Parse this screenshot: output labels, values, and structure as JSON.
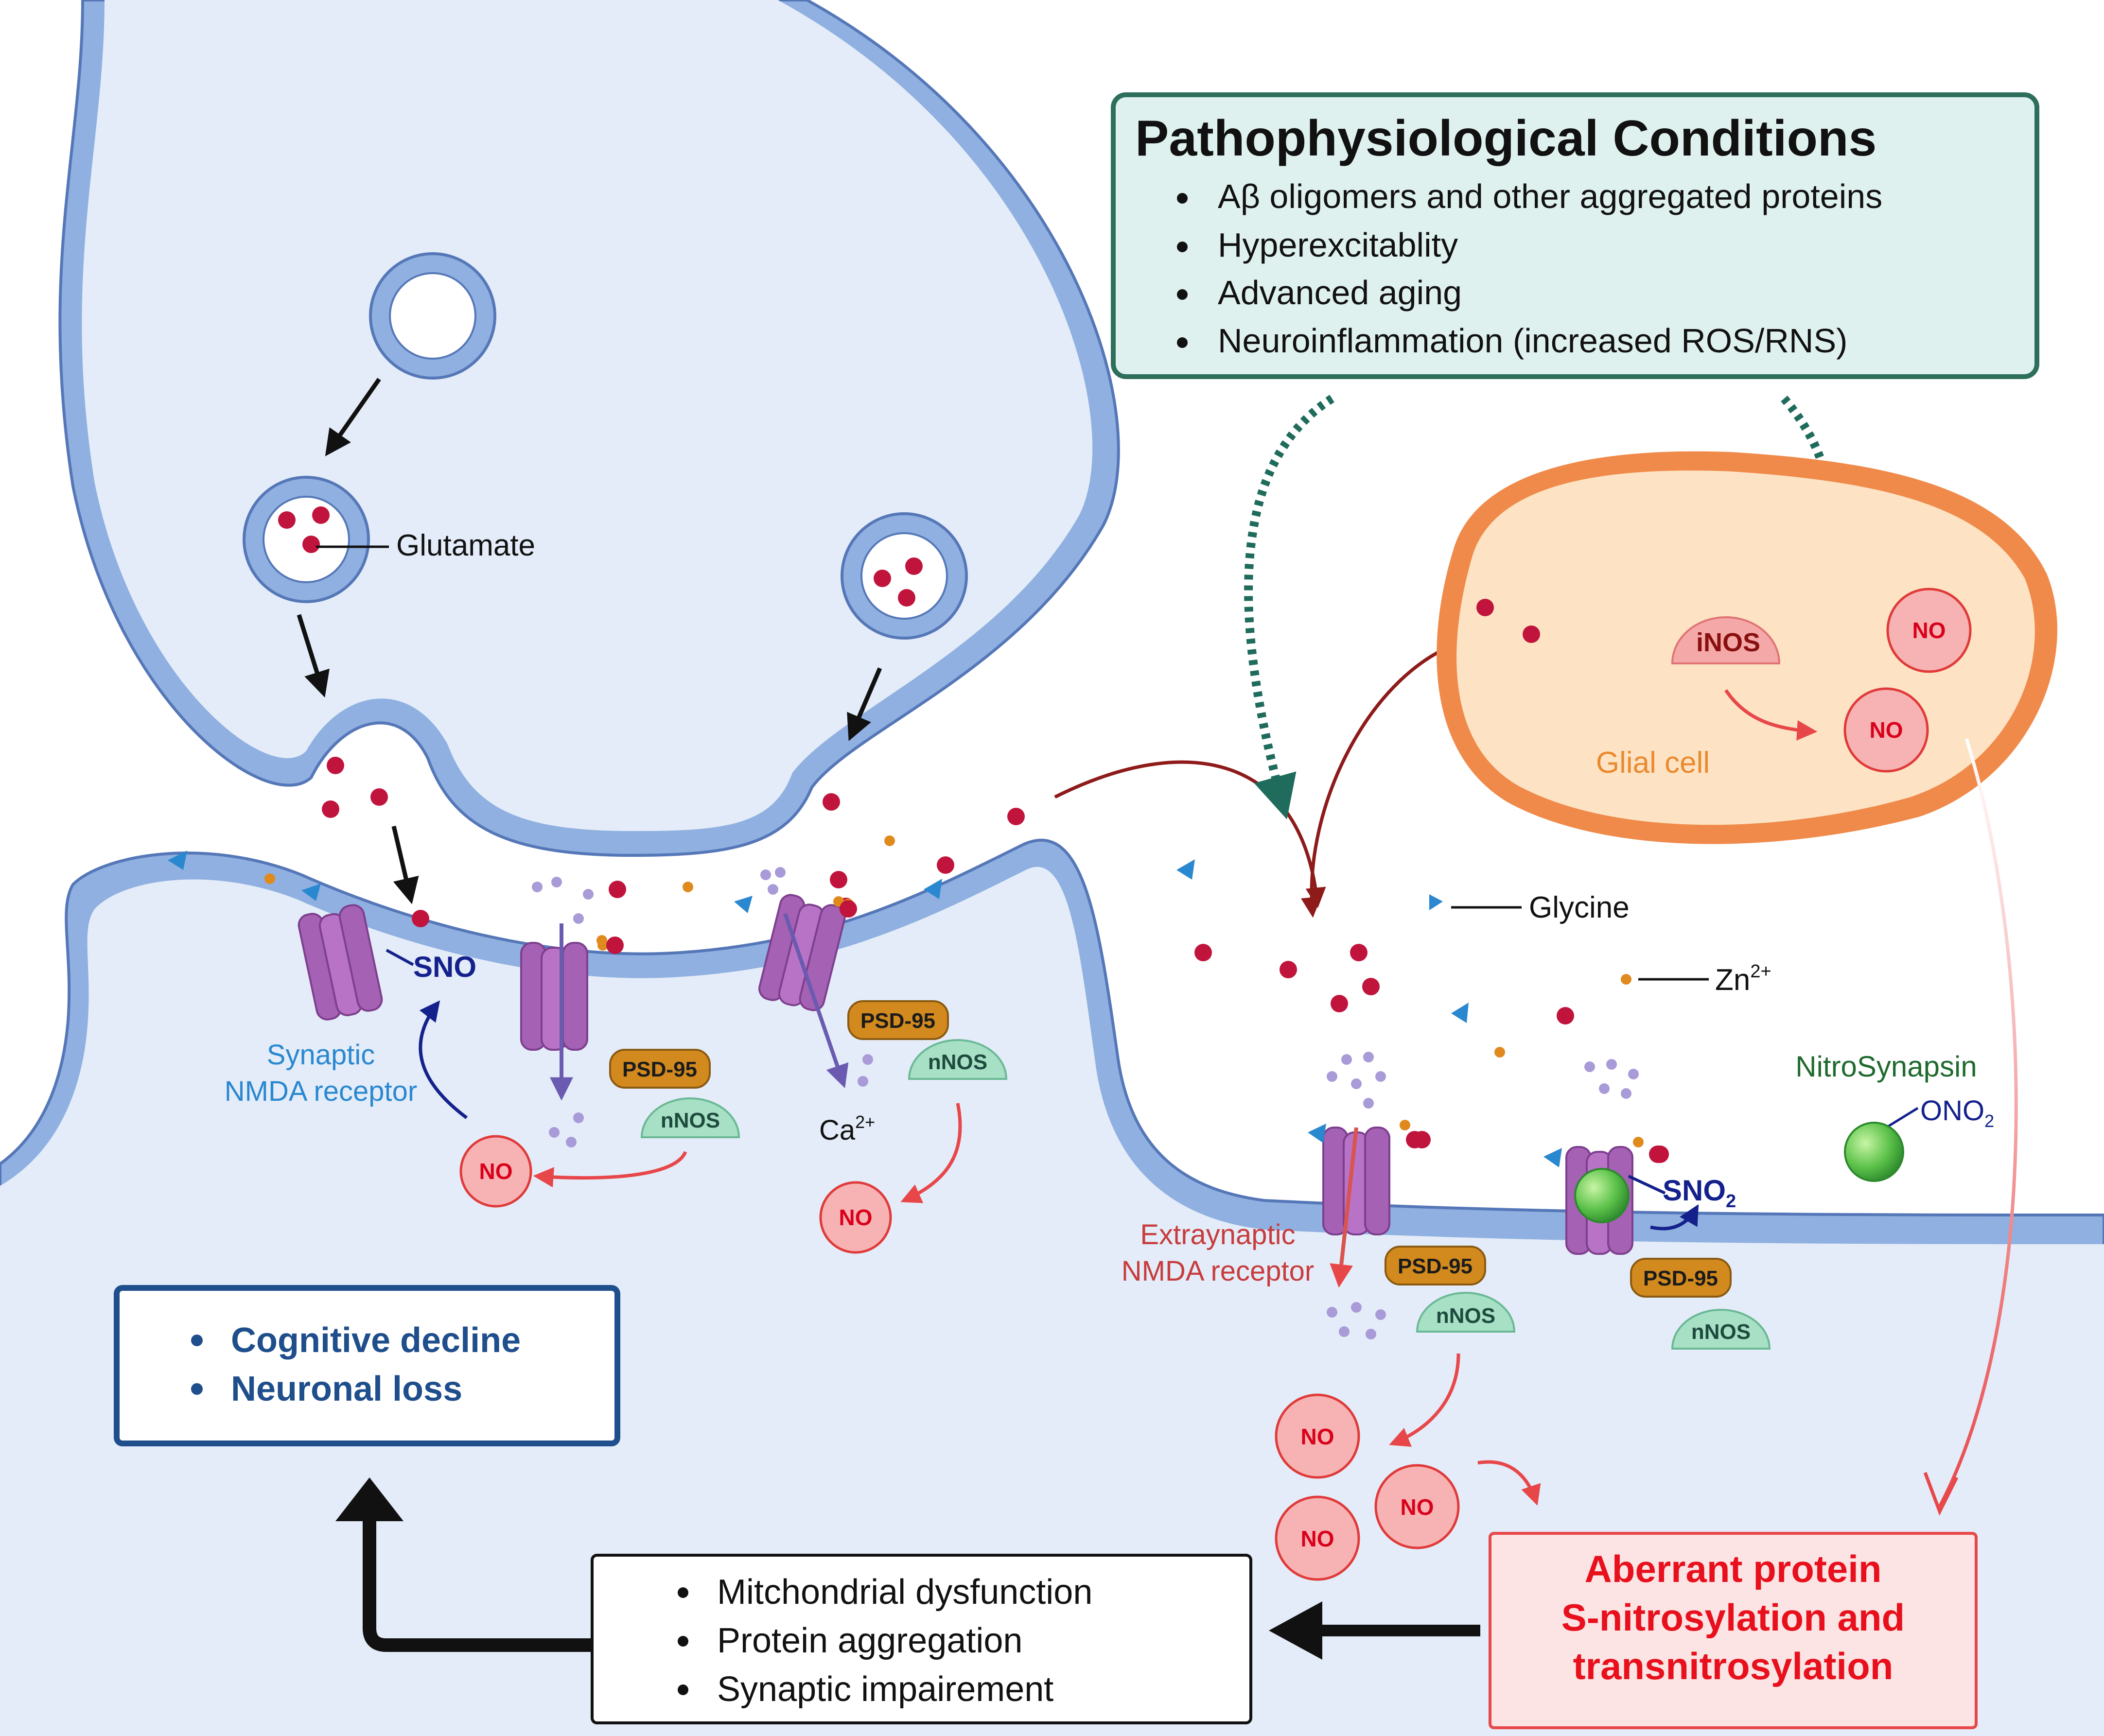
{
  "conditions_box": {
    "title": "Pathophysiological Conditions",
    "items": [
      "Aβ oligomers and other aggregated proteins",
      "Hyperexcitablity",
      "Advanced aging",
      "Neuroinflammation (increased ROS/RNS)"
    ]
  },
  "labels": {
    "glutamate": "Glutamate",
    "glycine": "Glycine",
    "zn": "Zn",
    "zn_sup": "2+",
    "ca": "Ca",
    "ca_sup": "2+",
    "sno": "SNO",
    "sno2": "SNO",
    "sno2_sub": "2",
    "synaptic_receptor_line1": "Synaptic",
    "synaptic_receptor_line2": "NMDA receptor",
    "extrasynaptic_receptor_line1": "Extraynaptic",
    "extrasynaptic_receptor_line2": "NMDA receptor",
    "psd95": "PSD-95",
    "nnos": "nNOS",
    "inos": "iNOS",
    "no": "NO",
    "glial_cell": "Glial cell",
    "nitrosynapsin": "NitroSynapsin",
    "ono2": "ONO",
    "ono2_sub": "2"
  },
  "outcome_box": {
    "items": [
      "Cognitive decline",
      "Neuronal loss"
    ]
  },
  "mechanism_box": {
    "items": [
      "Mitchondrial dysfunction",
      "Protein aggregation",
      "Synaptic impairement"
    ]
  },
  "aberrant_box": {
    "lines": [
      "Aberrant protein",
      "S-nitrosylation and",
      "transnitrosylation"
    ]
  },
  "colors": {
    "membrane_fill": "#8fb0e0",
    "membrane_stroke": "#5577b8",
    "cytoplasm": "#e3ecf8",
    "glutamate": "#c0143c",
    "glycine": "#2a88d0",
    "zinc": "#e08a1e",
    "receptor": "#a561b3",
    "psd95": "#d2891e",
    "nnos": "#a7e0c4",
    "no_fill": "#f7b3b3",
    "no_stroke": "#e03a3a",
    "glial_fill": "#fde3c4",
    "glial_stroke": "#f08a4a",
    "conditions_fill": "#dff1ee",
    "conditions_stroke": "#2e6f5c",
    "outcome_stroke": "#1f4e8c",
    "aberrant_text": "#e8101c"
  }
}
